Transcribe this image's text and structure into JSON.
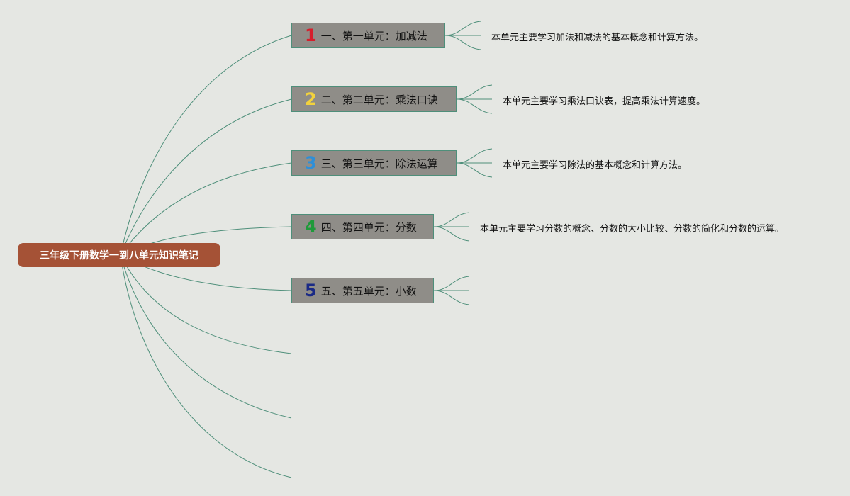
{
  "mindmap": {
    "root": "三年级下册数学一到八单元知识笔记",
    "branches": [
      {
        "badge": "1",
        "badge_color": "#d61f2c",
        "title": "一、第一单元：加减法",
        "detail": "本单元主要学习加法和减法的基本概念和计算方法。"
      },
      {
        "badge": "2",
        "badge_color": "#f2d23c",
        "title": "二、第二单元：乘法口诀",
        "detail": "本单元主要学习乘法口诀表，提高乘法计算速度。"
      },
      {
        "badge": "3",
        "badge_color": "#2e8fd8",
        "title": "三、第三单元：除法运算",
        "detail": "本单元主要学习除法的基本概念和计算方法。"
      },
      {
        "badge": "4",
        "badge_color": "#1f9a3a",
        "title": "四、第四单元：分数",
        "detail": "本单元主要学习分数的概念、分数的大小比较、分数的简化和分数的运算。"
      },
      {
        "badge": "5",
        "badge_color": "#1a2a86",
        "title": "五、第五单元：小数",
        "detail": ""
      }
    ]
  },
  "colors": {
    "root_bg": "#a55236",
    "branch_bg": "#8f8d88",
    "line": "#4e8f7a",
    "background": "#e5e7e3"
  }
}
